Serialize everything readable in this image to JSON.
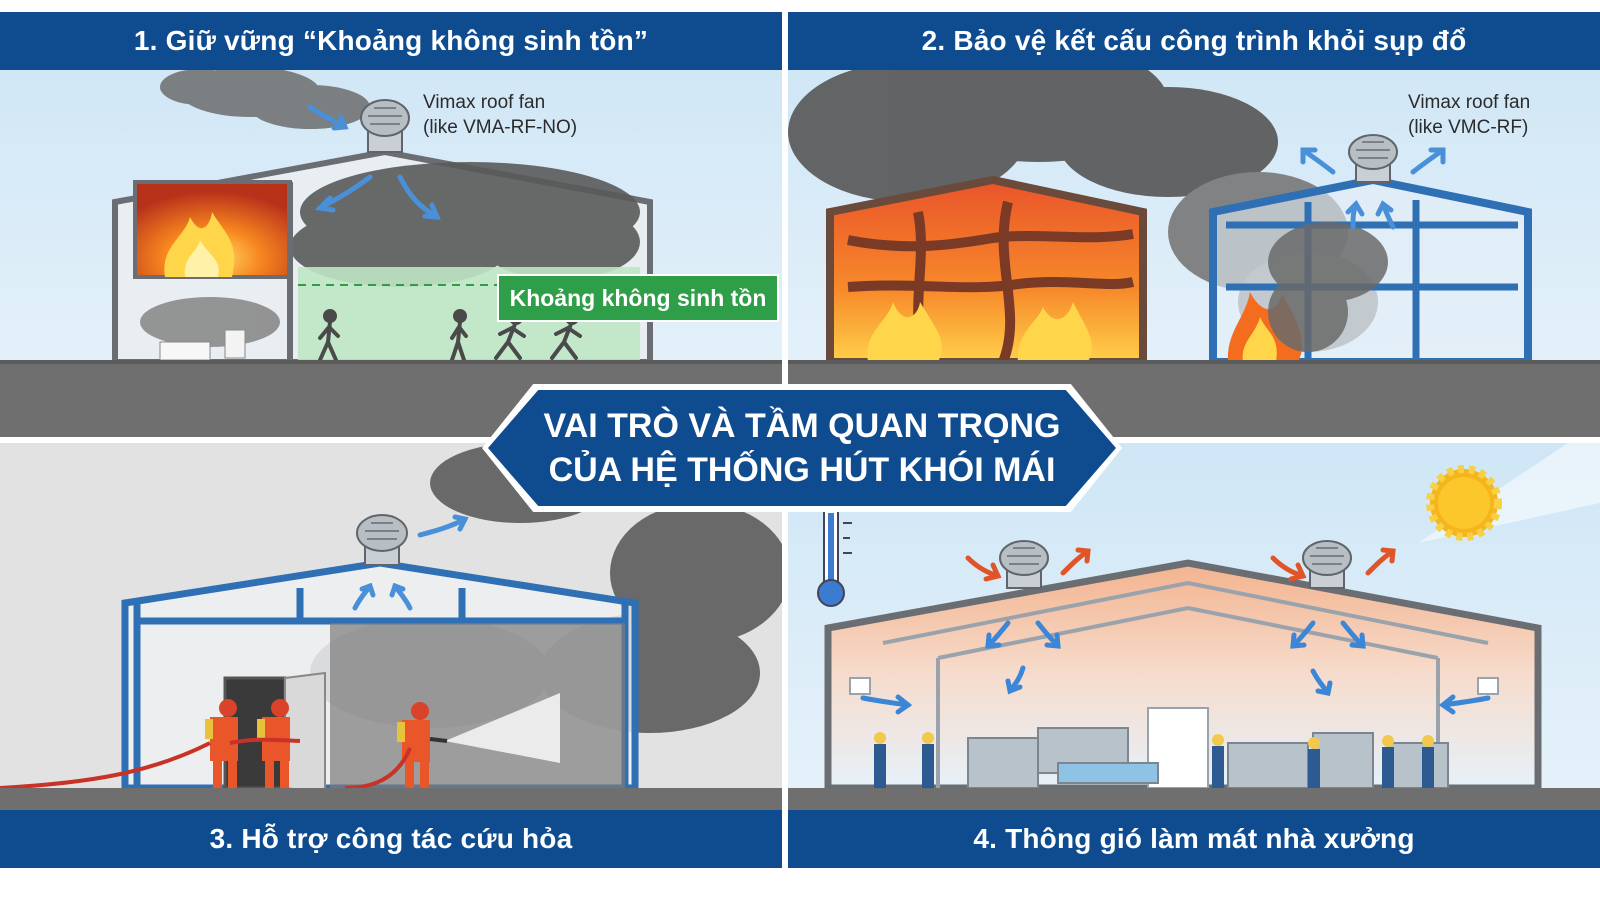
{
  "center": {
    "title_line1": "VAI TRÒ VÀ TẦM QUAN TRỌNG",
    "title_line2": "CỦA HỆ THỐNG HÚT KHÓI MÁI"
  },
  "panels": [
    {
      "title": "1. Giữ vững “Khoảng không sinh tồn”",
      "fan_label_line1": "Vimax roof fan",
      "fan_label_line2": "(like VMA-RF-NO)",
      "zone_label": "Khoảng không sinh tồn"
    },
    {
      "title": "2. Bảo vệ kết cấu công trình khỏi sụp đổ",
      "fan_label_line1": "Vimax roof fan",
      "fan_label_line2": "(like VMC-RF)"
    },
    {
      "title": "3. Hỗ trợ công tác cứu hỏa"
    },
    {
      "title": "4. Thông gió làm mát nhà xưởng"
    }
  ],
  "colors": {
    "brand_blue": "#0f4c8f",
    "survival_green": "#2f9e48",
    "sky": "#cfe6f6",
    "smoke": "#5b5b5b",
    "fire": "#f36b1c",
    "ground": "#6f6f6f"
  },
  "icons": [
    "roof-fan-icon",
    "fire-icon",
    "person-icon",
    "firefighter-icon",
    "thermometer-icon",
    "sun-icon",
    "airflow-arrow-icon",
    "smoke-cloud-icon"
  ]
}
